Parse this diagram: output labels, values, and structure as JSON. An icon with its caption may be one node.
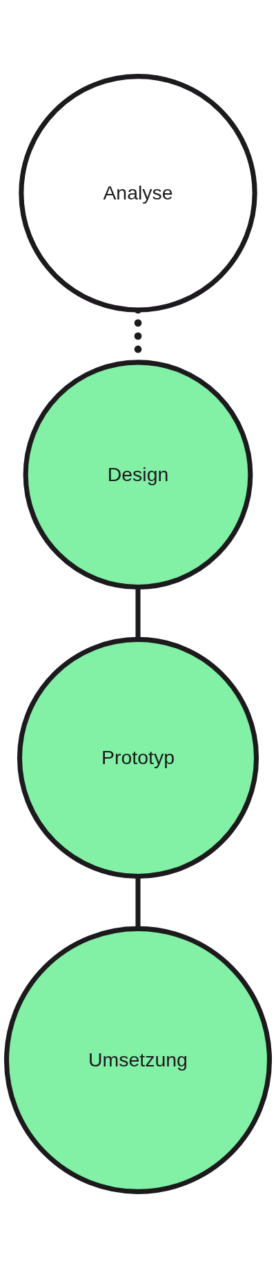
{
  "diagram": {
    "nodes": [
      {
        "text": [
          "Analyse"
        ]
      },
      {
        "text": [
          "Design"
        ]
      },
      {
        "text": [
          "Prototyp"
        ]
      },
      {
        "text": [
          "Umsetzung"
        ]
      }
    ],
    "edges": [
      {
        "from": 0,
        "to": 1,
        "arrow": "none",
        "style": "dashed"
      },
      {
        "from": 1,
        "to": 2,
        "arrow": "none"
      },
      {
        "from": 2,
        "to": 3,
        "arrow": "none"
      }
    ]
  }
}
